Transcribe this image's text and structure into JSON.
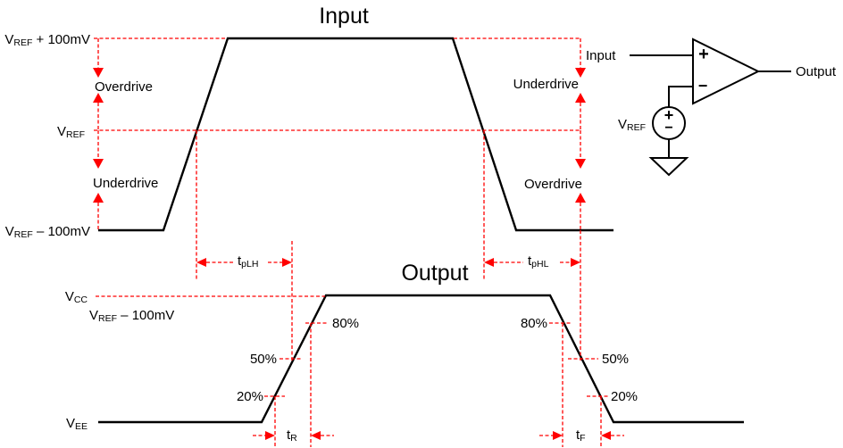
{
  "colors": {
    "annotation_red": "#FF0000",
    "waveform_black": "#000000"
  },
  "input_waveform": {
    "title": "Input",
    "level_top": {
      "base": "V",
      "sub": "REF",
      "rest": " + 100mV"
    },
    "level_ref": {
      "base": "V",
      "sub": "REF",
      "rest": ""
    },
    "level_bottom": {
      "base": "V",
      "sub": "REF",
      "rest": " – 100mV"
    },
    "left_span_top_label": "Overdrive",
    "left_span_bottom_label": "Underdrive",
    "right_span_top_label": "Underdrive",
    "right_span_bottom_label": "Overdrive"
  },
  "propagation": {
    "tplh": {
      "base": "t",
      "sub": "pLH"
    },
    "tphl": {
      "base": "t",
      "sub": "pHL"
    }
  },
  "output_waveform": {
    "title": "Output",
    "level_vcc": {
      "base": "V",
      "sub": "CC"
    },
    "level_vref_minus": {
      "base": "V",
      "sub": "REF",
      "rest": " – 100mV"
    },
    "level_vee": {
      "base": "V",
      "sub": "EE"
    },
    "pct_80": "80%",
    "pct_50": "50%",
    "pct_20": "20%",
    "tr": {
      "base": "t",
      "sub": "R"
    },
    "tf": {
      "base": "t",
      "sub": "F"
    }
  },
  "comparator_circuit": {
    "input_label": "Input",
    "output_label": "Output",
    "vref_label": {
      "base": "V",
      "sub": "REF"
    },
    "noninverting_sign": "+",
    "inverting_sign": "−",
    "source_plus_sign": "+",
    "source_minus_sign": "−"
  }
}
